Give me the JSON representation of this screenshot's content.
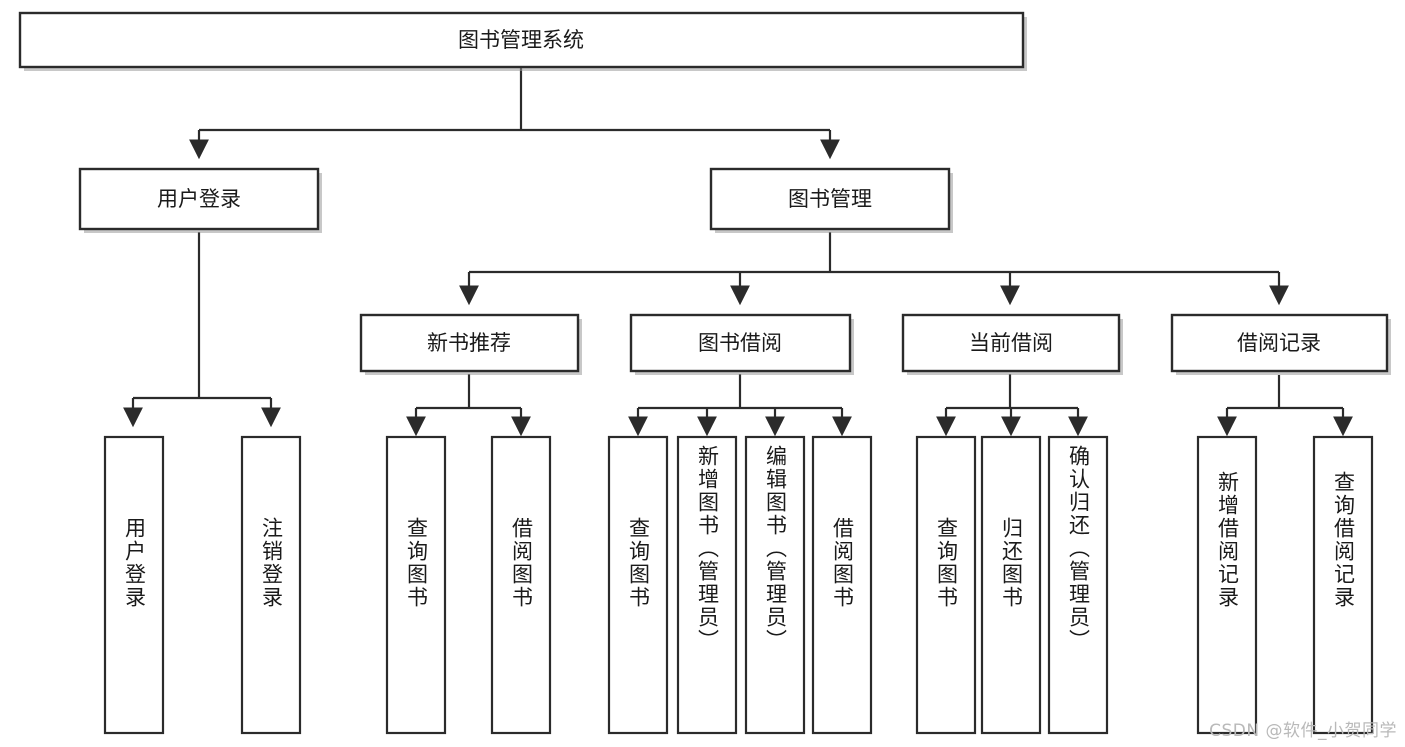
{
  "diagram": {
    "title": "图书管理系统",
    "type": "tree-hierarchy",
    "orientation": "top-down",
    "colors": {
      "box_fill": "#ffffff",
      "box_stroke": "#2b2b2b",
      "connector": "#2b2b2b",
      "text": "#1a1a1a",
      "background": "#ffffff",
      "watermark": "#b9b9b9"
    },
    "root": {
      "label": "图书管理系统"
    },
    "level2": [
      {
        "label": "用户登录"
      },
      {
        "label": "图书管理"
      }
    ],
    "level3": [
      {
        "label": "新书推荐"
      },
      {
        "label": "图书借阅"
      },
      {
        "label": "当前借阅"
      },
      {
        "label": "借阅记录"
      }
    ],
    "leaves": {
      "user_login": [
        {
          "label": "用户登录"
        },
        {
          "label": "注销登录"
        }
      ],
      "new_book_recommend": [
        {
          "label": "查询图书"
        },
        {
          "label": "借阅图书"
        }
      ],
      "book_borrow": [
        {
          "label": "查询图书"
        },
        {
          "label": "新增图书（管理员）"
        },
        {
          "label": "编辑图书（管理员）"
        },
        {
          "label": "借阅图书"
        }
      ],
      "current_borrow": [
        {
          "label": "查询图书"
        },
        {
          "label": "归还图书"
        },
        {
          "label": "确认归还（管理员）"
        }
      ],
      "borrow_record": [
        {
          "label": "新增借阅记录"
        },
        {
          "label": "查询借阅记录"
        }
      ]
    }
  },
  "watermark": {
    "text": "CSDN @软件_小贺同学"
  }
}
